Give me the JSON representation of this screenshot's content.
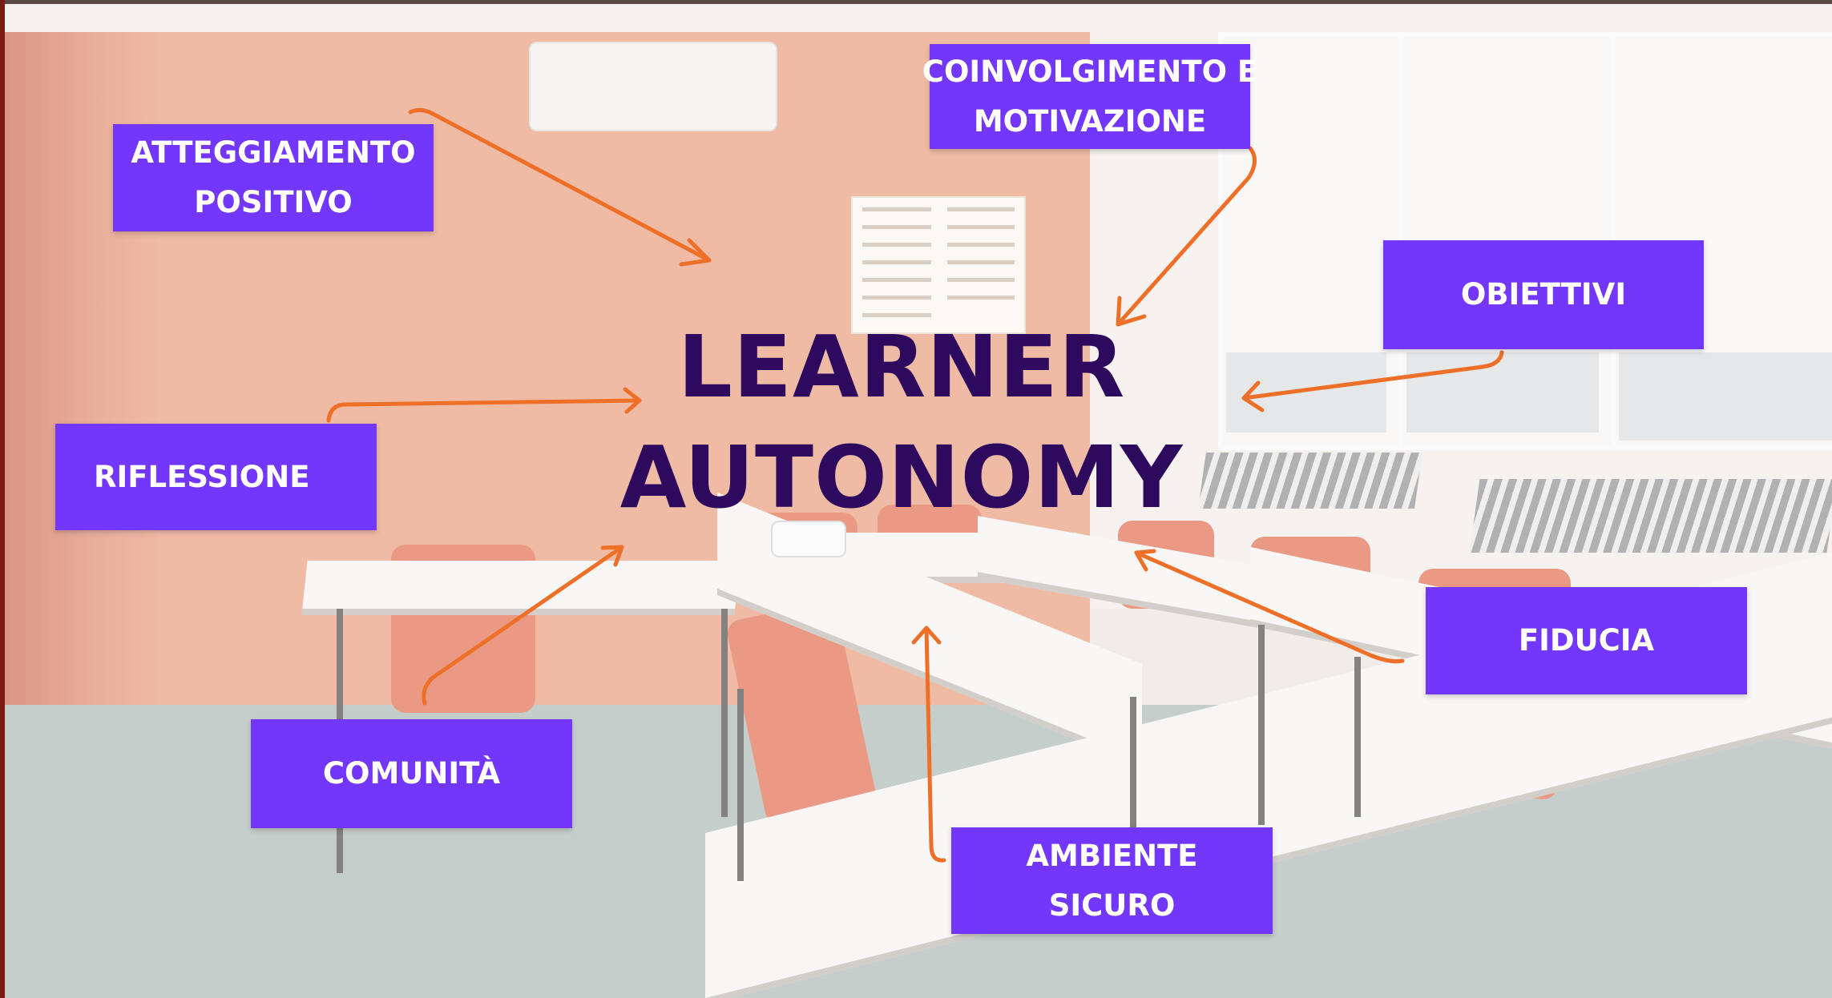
{
  "title": {
    "line1": "LEARNER",
    "line2": "AUTONOMY"
  },
  "boxes": {
    "atteggiamento": {
      "line1": "ATTEGGIAMENTO",
      "line2": "POSITIVO"
    },
    "coinvolgimento": {
      "line1": "COINVOLGIMENTO E",
      "line2": "MOTIVAZIONE"
    },
    "obiettivi": {
      "line1": "OBIETTIVI"
    },
    "riflessione": {
      "line1": "RIFLESSIONE"
    },
    "fiducia": {
      "line1": "FIDUCIA"
    },
    "comunita": {
      "line1": "COMUNITÀ"
    },
    "ambiente": {
      "line1": "AMBIENTE",
      "line2": "SICURO"
    }
  },
  "colors": {
    "box_fill": "#7337fb",
    "box_text": "#ffffff",
    "title_text": "#2e0a5e",
    "arrow": "#ee6f28"
  },
  "background": "classroom-photo"
}
